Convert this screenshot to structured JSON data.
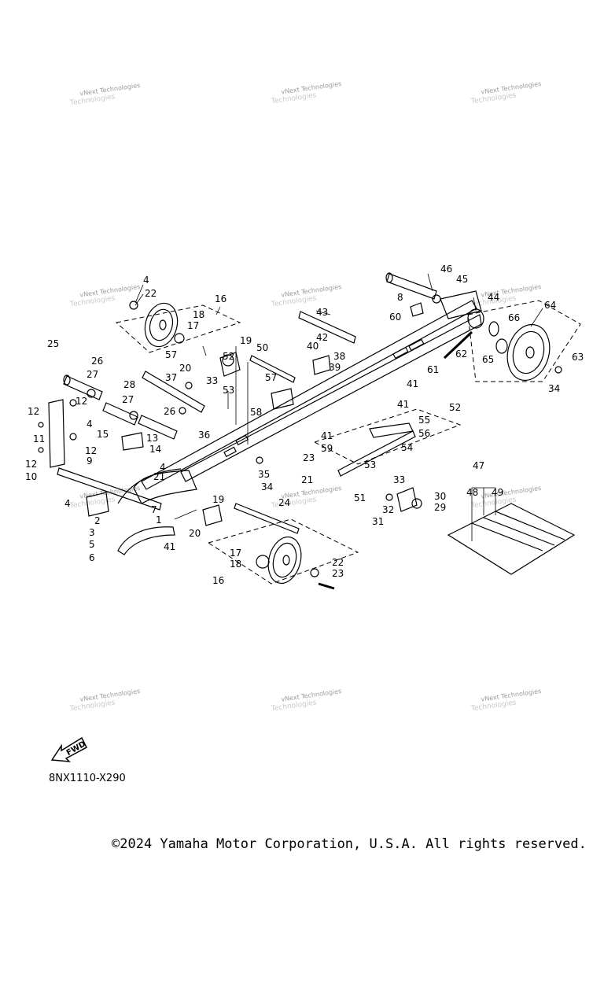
{
  "watermark_text": "vNext Technologies",
  "watermark_sub": "Technologies",
  "diagram_code": "8NX1110-X290",
  "copyright": "©2024 Yamaha Motor Corporation, U.S.A. All rights reserved.",
  "fwd_label": "FWD",
  "callouts": [
    "1",
    "2",
    "3",
    "4",
    "5",
    "6",
    "7",
    "8",
    "9",
    "10",
    "11",
    "12",
    "13",
    "14",
    "15",
    "16",
    "17",
    "18",
    "19",
    "20",
    "21",
    "22",
    "23",
    "24",
    "25",
    "26",
    "27",
    "28",
    "29",
    "30",
    "31",
    "32",
    "33",
    "34",
    "35",
    "36",
    "37",
    "38",
    "39",
    "40",
    "41",
    "42",
    "43",
    "44",
    "45",
    "46",
    "47",
    "48",
    "49",
    "50",
    "51",
    "52",
    "53",
    "54",
    "55",
    "56",
    "57",
    "58",
    "59",
    "60",
    "61",
    "62",
    "63",
    "64",
    "65",
    "66"
  ]
}
